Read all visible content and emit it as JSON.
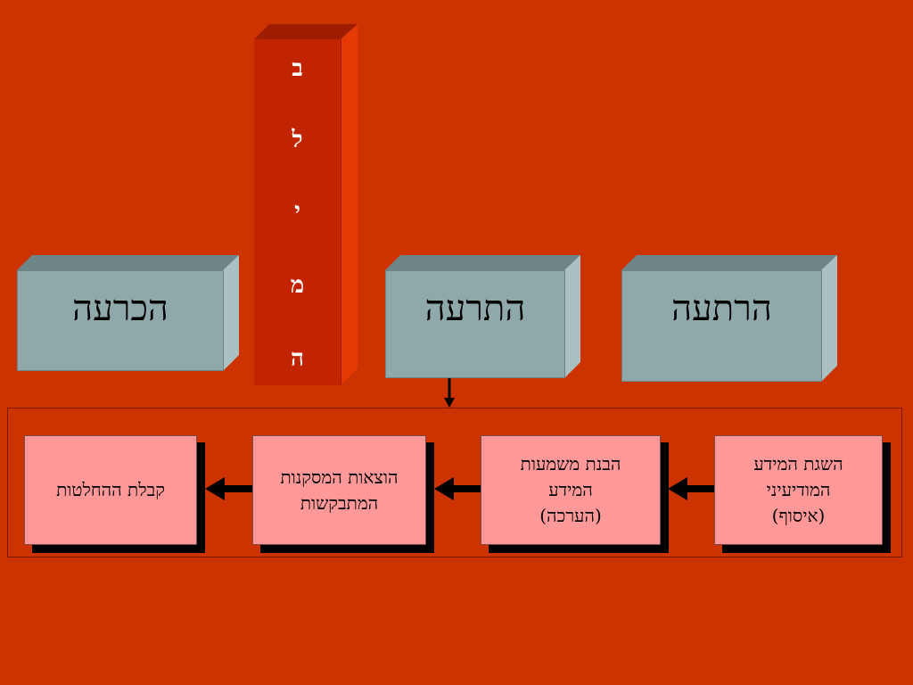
{
  "column": {
    "letters": [
      "ב",
      "ל",
      "י",
      "מ",
      "ה"
    ]
  },
  "boxes": {
    "left": "הכרעה",
    "middle": "התרעה",
    "right": "הרתעה"
  },
  "process": {
    "steps": [
      "השגת המידע\nהמודיעיני\n(איסוף)",
      "הבנת משמעות\nהמידע\n(הערכה)",
      "הוצאות המסקנות\nהמתבקשות",
      "קבלת ההחלטות"
    ]
  },
  "colors": {
    "background": "#CC3300",
    "box_front": "#8FA8AA",
    "column": "#C32400",
    "step_fill": "#FF9999"
  }
}
